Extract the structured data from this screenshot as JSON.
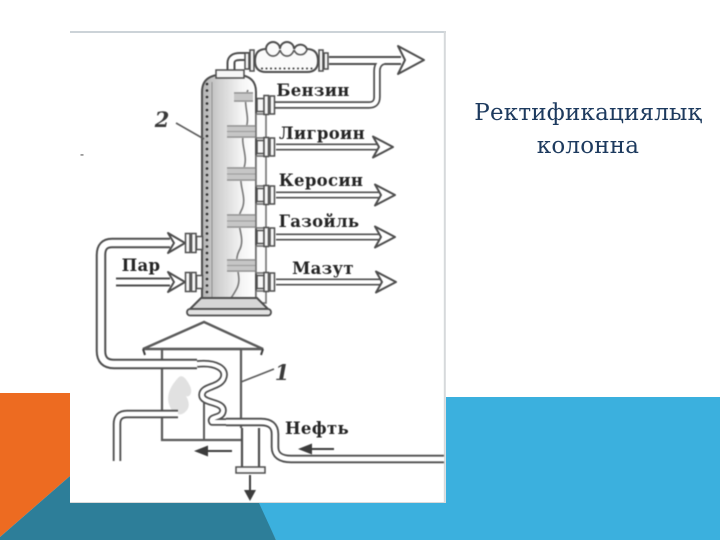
{
  "slide": {
    "title": {
      "line1": "Ректификациялық",
      "line2": "колонна"
    },
    "theme_colors": {
      "accent_orange": "#ed6b21",
      "accent_teal": "#2d7e99",
      "accent_light_blue": "#3bb0de",
      "title_text": "#1d3a5e",
      "background": "#ffffff"
    }
  },
  "diagram": {
    "product_labels": {
      "benzin": "Бензин",
      "ligroin": "Лигроин",
      "kerosin": "Керосин",
      "gazoil": "Газойль",
      "mazut": "Мазут"
    },
    "input_labels": {
      "par": "Пар",
      "neft": "Нефть"
    },
    "part_numbers": {
      "column": "2",
      "furnace": "1"
    }
  }
}
